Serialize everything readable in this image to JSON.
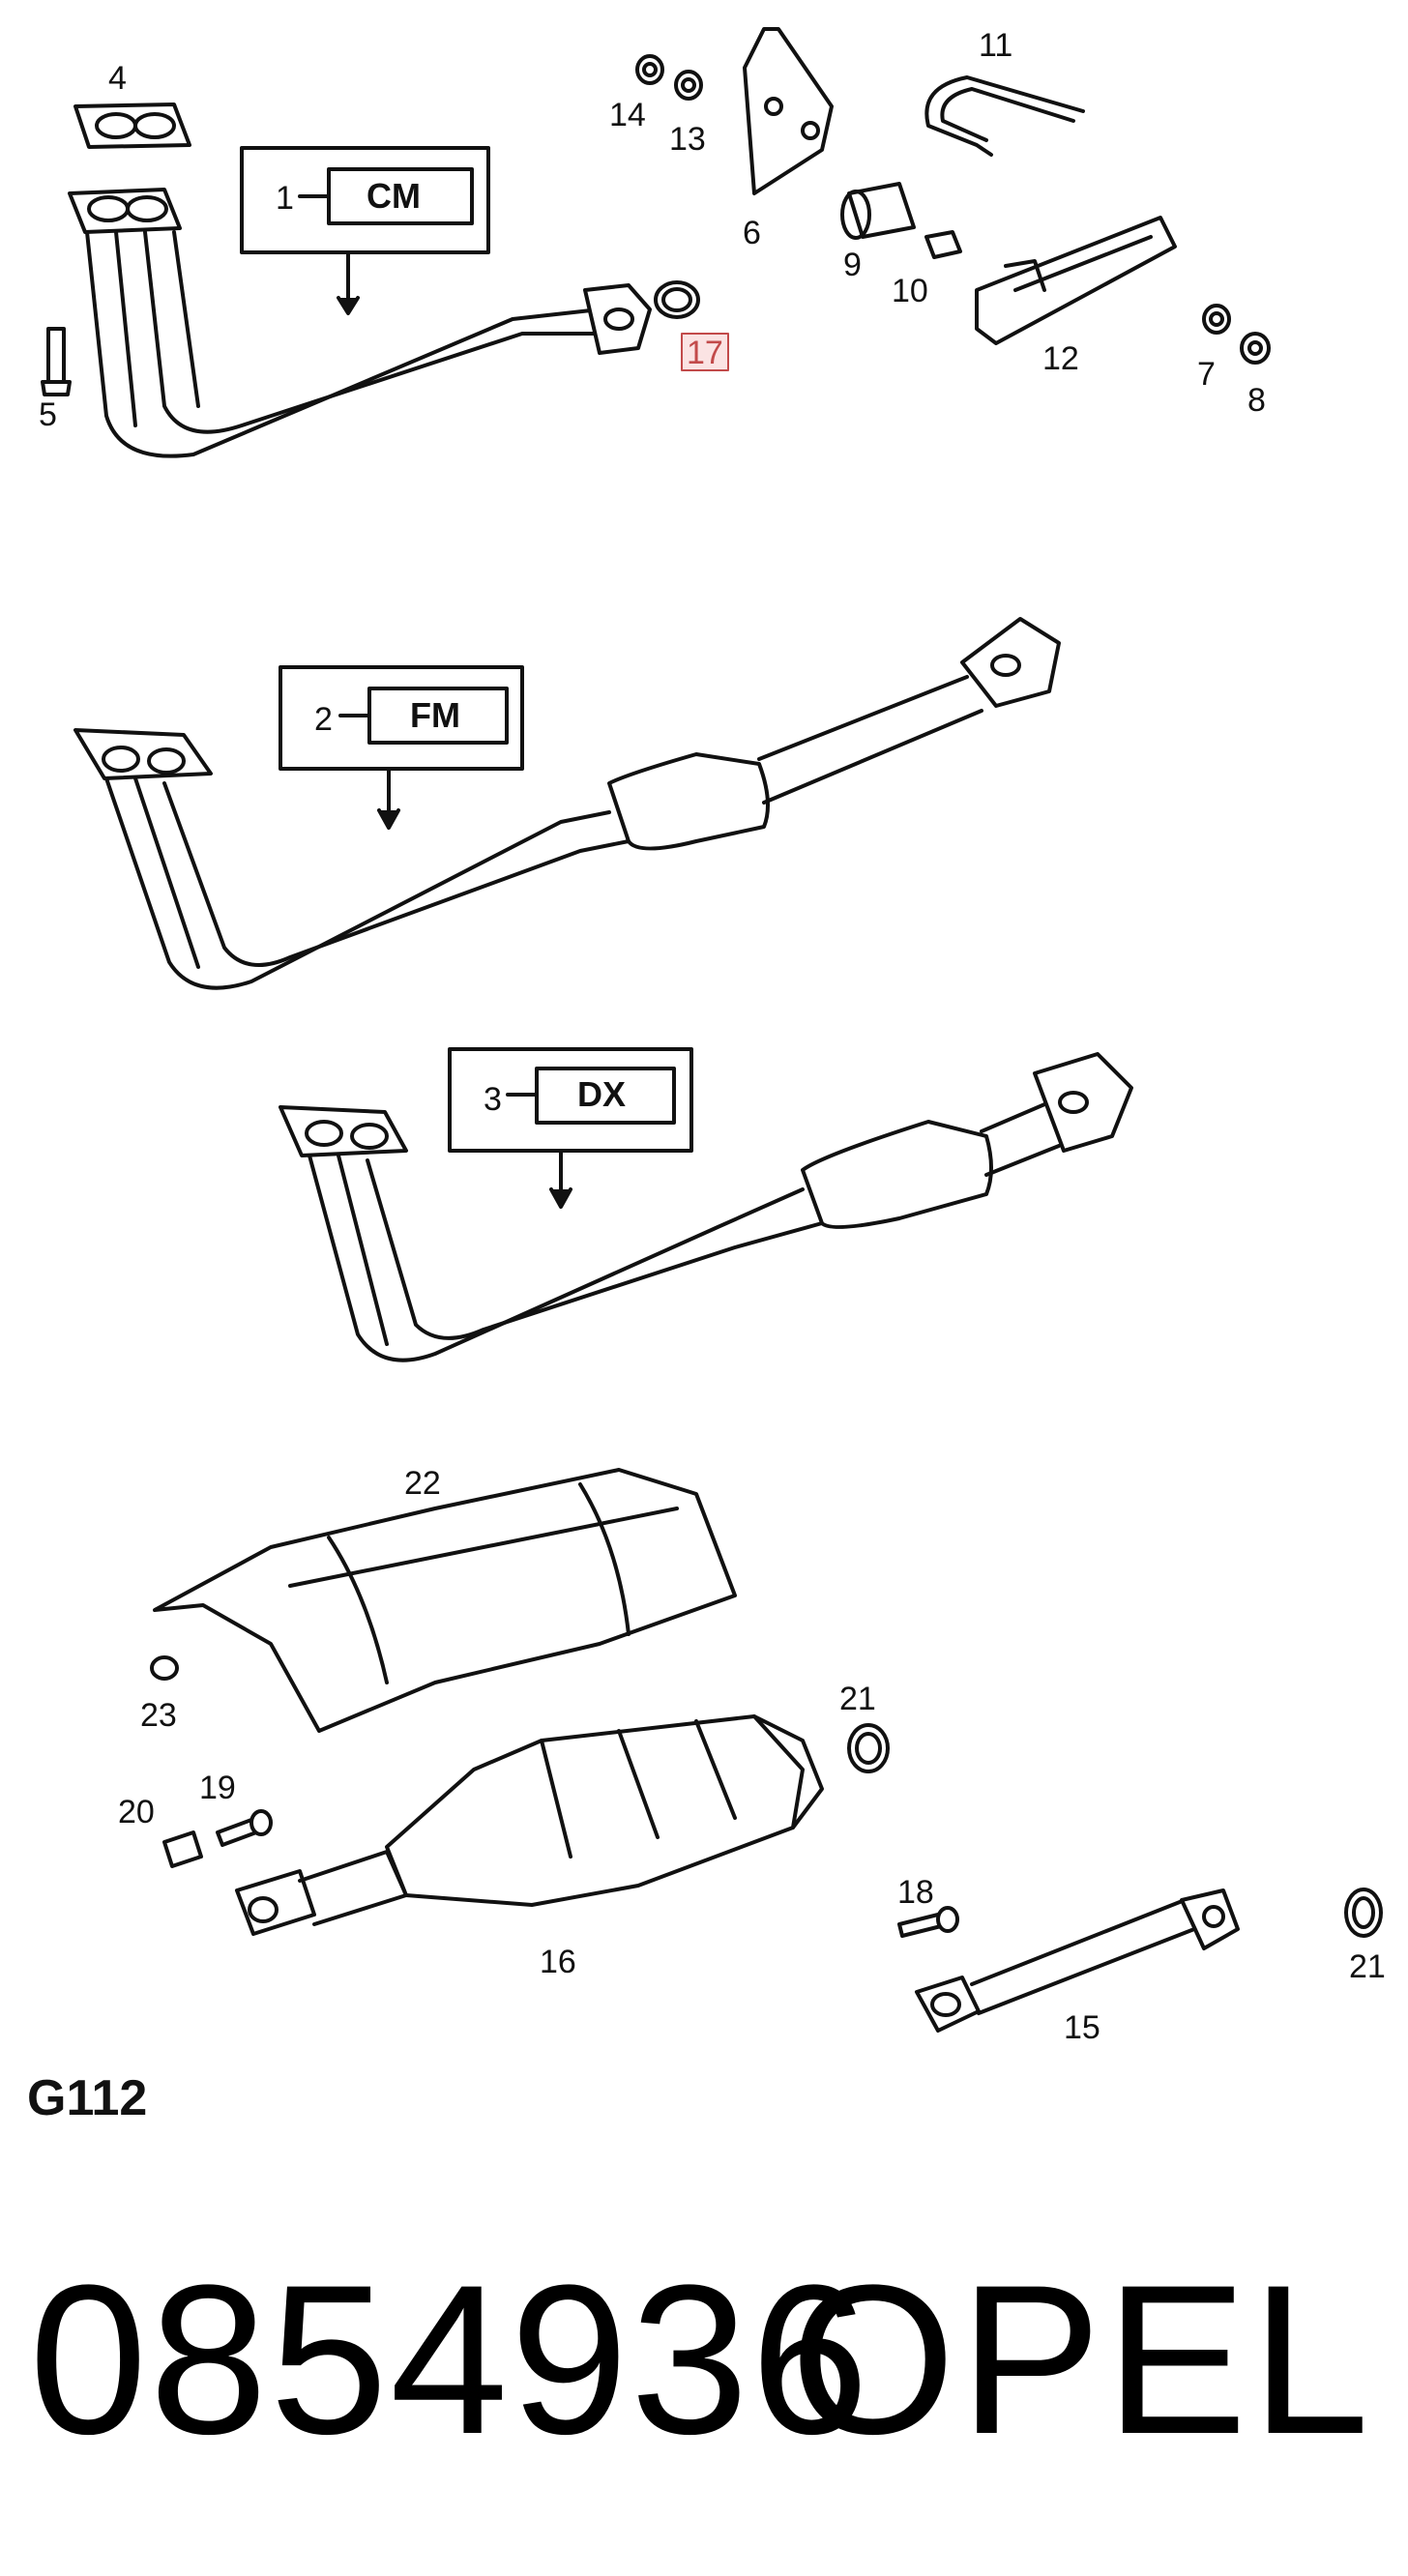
{
  "callouts": {
    "c1": "1",
    "c2": "2",
    "c3": "3",
    "c4": "4",
    "c5": "5",
    "c6": "6",
    "c7": "7",
    "c8": "8",
    "c9": "9",
    "c10": "10",
    "c11": "11",
    "c12": "12",
    "c13": "13",
    "c14": "14",
    "c15": "15",
    "c16": "16",
    "c17": "17",
    "c18": "18",
    "c19": "19",
    "c20": "20",
    "c21a": "21",
    "c21b": "21",
    "c22": "22",
    "c23": "23"
  },
  "variants": {
    "cm": "CM",
    "fm": "FM",
    "dx": "DX"
  },
  "highlight_color": "#c24a4a",
  "diagram_code": "G112",
  "footer": {
    "part_number": "0854936",
    "brand": "OPEL"
  }
}
